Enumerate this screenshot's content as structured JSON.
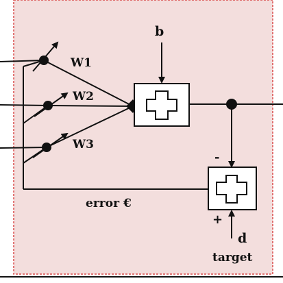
{
  "diagram": {
    "weights": [
      "W1",
      "W2",
      "W3"
    ],
    "bias_label": "b",
    "error_label": "error €",
    "target_symbol": "d",
    "target_label": "target",
    "sign_minus": "-",
    "sign_plus": "+",
    "colors": {
      "panel_fill": "#f3dedd",
      "panel_border": "#d94a4a",
      "stroke": "#111111",
      "box_fill": "#ffffff"
    }
  }
}
